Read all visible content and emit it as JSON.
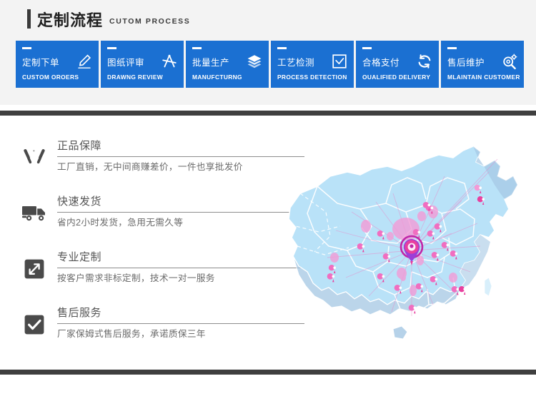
{
  "header": {
    "title_cn": "定制流程",
    "title_en": "CUTOM PROCESS",
    "accent_color": "#3a3a3a",
    "band_color": "#f3f3f3"
  },
  "process": {
    "box_color": "#1b70d2",
    "steps": [
      {
        "cn": "定制下单",
        "en": "CUSTOM  OROERS",
        "icon": "pencil-icon"
      },
      {
        "cn": "图纸评审",
        "en": "DRAWNG REVIEW",
        "icon": "drafting-compass-icon"
      },
      {
        "cn": "批量生产",
        "en": "MANUFCTURNG",
        "icon": "layers-icon"
      },
      {
        "cn": "工艺检测",
        "en": "PROCESS DETECTION",
        "icon": "checkbox-outline-icon"
      },
      {
        "cn": "合格支付",
        "en": "OUALIFIED DELIVERY",
        "icon": "refresh-cycle-icon"
      },
      {
        "cn": "售后维护",
        "en": "MLAINTAIN CUSTOMER",
        "icon": "gear-magnifier-icon"
      }
    ]
  },
  "dividers": {
    "color": "#3f3f3f"
  },
  "features": [
    {
      "title": "正品保障",
      "desc": "工厂直销，无中间商赚差价，一件也享批发价",
      "icon": "caring-hands-icon"
    },
    {
      "title": "快速发货",
      "desc": "省内2小时发货，急用无需久等",
      "icon": "delivery-truck-icon"
    },
    {
      "title": "专业定制",
      "desc": "按客户需求非标定制，技术一对一服务",
      "icon": "resize-arrow-icon"
    },
    {
      "title": "售后服务",
      "desc": "厂家保姆式售后服务，承诺质保三年",
      "icon": "check-square-icon"
    }
  ],
  "map": {
    "name": "china-distribution-map",
    "land_color": "#b9e2f8",
    "land_color_alt": "#a5c8e4",
    "border_color": "#ffffff",
    "pin_color": "#f06ec0",
    "pin_color_light": "#f9a8d8",
    "center_pin_color": "#c026a8",
    "center_pin_label": "center-hub-pin"
  }
}
